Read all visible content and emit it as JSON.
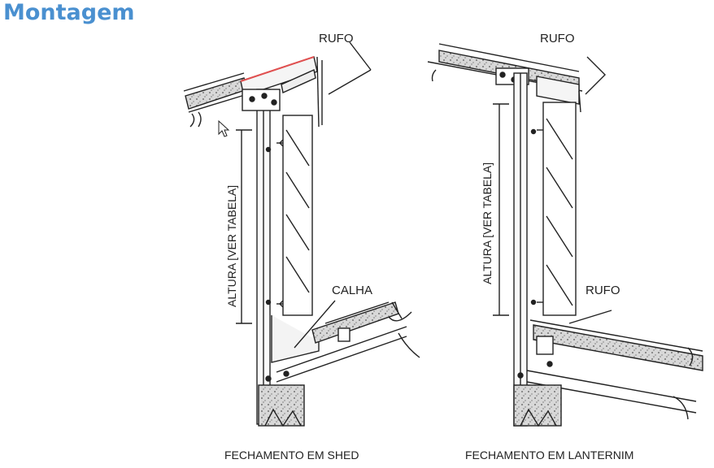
{
  "slide": {
    "title": "Montagem"
  },
  "colors": {
    "title": "#4a90d0",
    "line": "#222222",
    "flashing_accent": "#e05050"
  },
  "left_detail": {
    "caption": "FECHAMENTO EM SHED",
    "label_top": "RUFO",
    "label_gutter": "CALHA",
    "height_label": "ALTURA [VER TABELA]"
  },
  "right_detail": {
    "caption": "FECHAMENTO EM LANTERNIM",
    "label_top": "RUFO",
    "label_bottom": "RUFO",
    "height_label": "ALTURA [VER TABELA]"
  },
  "cursor_icon": "mouse-pointer-icon"
}
